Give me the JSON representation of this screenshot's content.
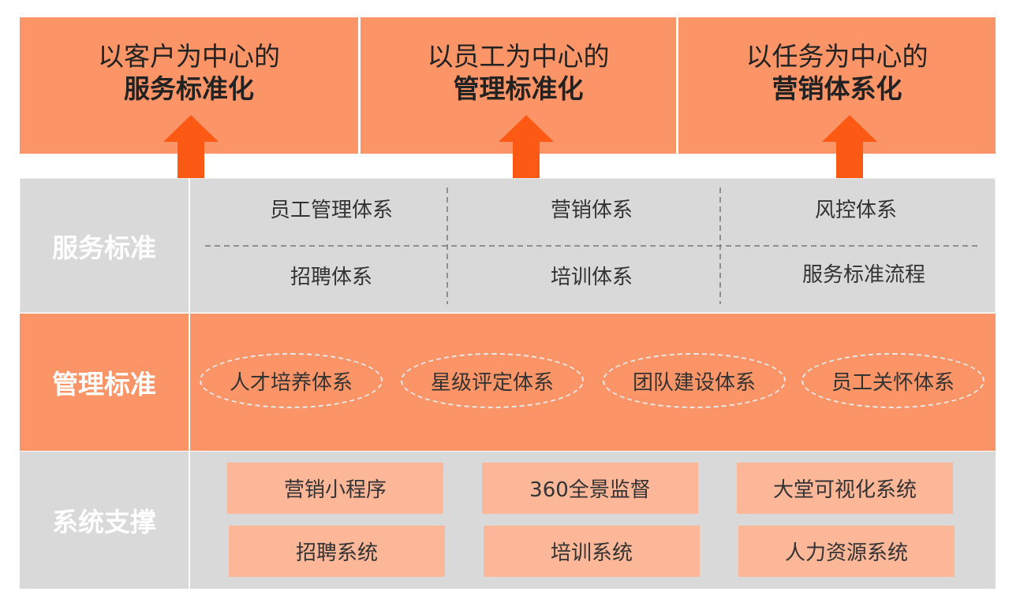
{
  "goals": [
    {
      "line1": "以客户为中心的",
      "line2": "服务标准化"
    },
    {
      "line1": "以员工为中心的",
      "line2": "管理标准化"
    },
    {
      "line1": "以任务为中心的",
      "line2": "营销体系化"
    }
  ],
  "service_standard": {
    "label": "服务标准",
    "items_row1": [
      "员工管理体系",
      "营销体系",
      "风控体系"
    ],
    "items_row2": [
      "招聘体系",
      "培训体系",
      "服务标准流程"
    ]
  },
  "management_standard": {
    "label": "管理标准",
    "items": [
      "人才培养体系",
      "星级评定体系",
      "团队建设体系",
      "员工关怀体系"
    ]
  },
  "system_support": {
    "label": "系统支撑",
    "items_row1": [
      "营销小程序",
      "360全景监督",
      "大堂可视化系统"
    ],
    "items_row2": [
      "招聘系统",
      "培训系统",
      "人力资源系统"
    ]
  },
  "colors": {
    "orange": "#fb9567",
    "light_orange": "#fcb698",
    "grey": "#d9d9d9",
    "arrow": "#fc5a14"
  }
}
